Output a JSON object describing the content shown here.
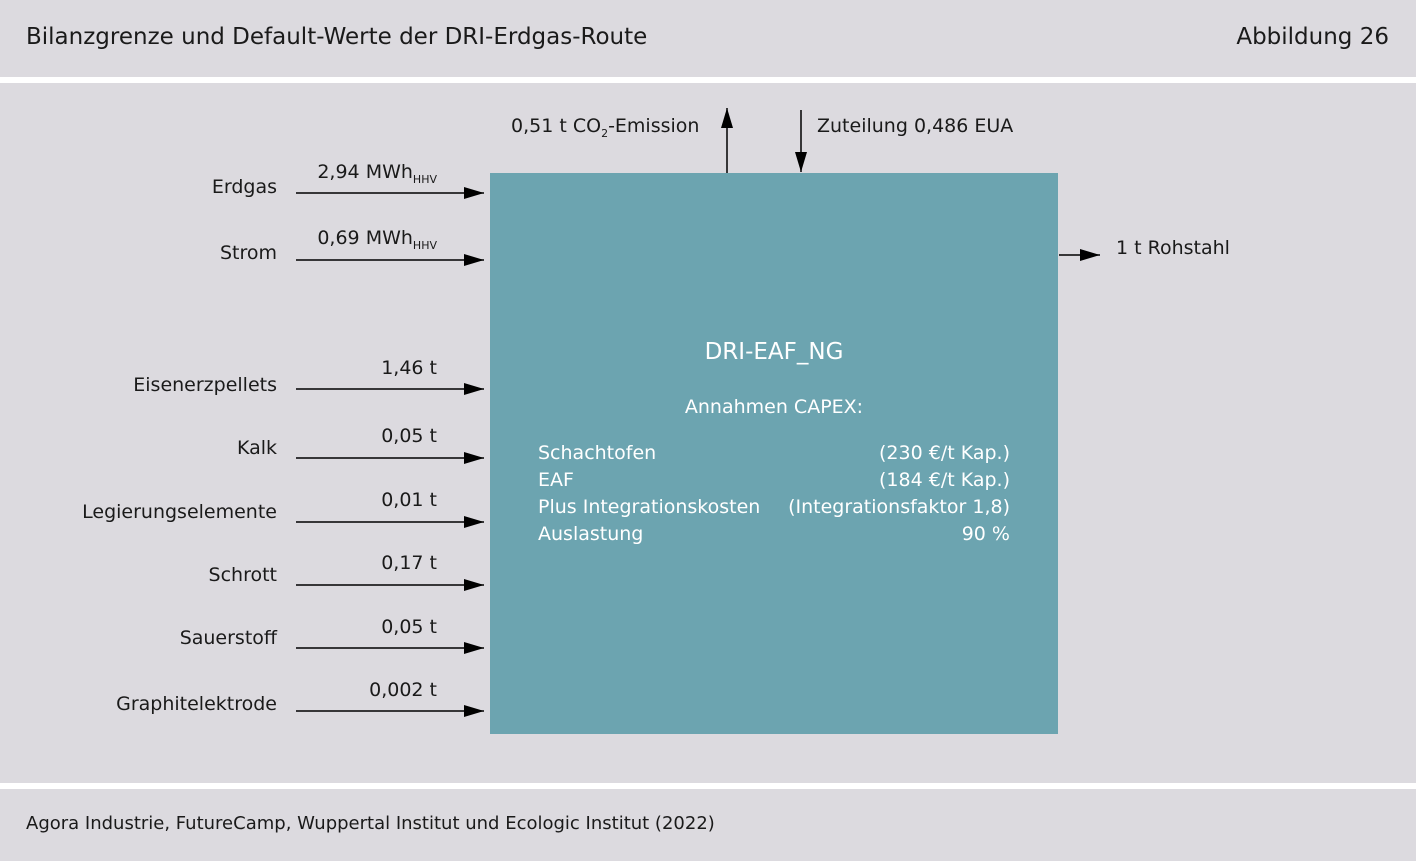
{
  "header": {
    "title": "Bilanzgrenze und Default-Werte der DRI-Erdgas-Route",
    "figure": "Abbildung 26"
  },
  "inputs": [
    {
      "name": "Erdgas",
      "value": "2,94 MWh",
      "unit_sub": "HHV"
    },
    {
      "name": "Strom",
      "value": "0,69 MWh",
      "unit_sub": "HHV"
    },
    {
      "name": "Eisenerzpellets",
      "value": "1,46 t"
    },
    {
      "name": "Kalk",
      "value": "0,05 t"
    },
    {
      "name": "Legierungselemente",
      "value": "0,01 t"
    },
    {
      "name": "Schrott",
      "value": "0,17 t"
    },
    {
      "name": "Sauerstoff",
      "value": "0,05 t"
    },
    {
      "name": "Graphitelektrode",
      "value": "0,002 t"
    }
  ],
  "emission": {
    "prefix": "0,51 t CO",
    "sub": "2",
    "suffix": "-Emission"
  },
  "allocation": "Zuteilung 0,486 EUA",
  "output": "1 t Rohstahl",
  "process": {
    "name": "DRI-EAF_NG",
    "capex_heading": "Annahmen CAPEX:",
    "rows": [
      {
        "key": "Schachtofen",
        "value": "(230 €/t Kap.)"
      },
      {
        "key": "EAF",
        "value": "(184 €/t Kap.)"
      },
      {
        "key": "Plus Integrationskosten",
        "value": "(Integrationsfaktor 1,8)"
      },
      {
        "key": "Auslastung",
        "value": "90 %"
      }
    ]
  },
  "footer": {
    "source": "Agora Industrie, FutureCamp, Wuppertal Institut und Ecologic Institut (2022)"
  },
  "colors": {
    "box": "#6ca4b0",
    "background": "#dcdadf",
    "line": "#000000"
  }
}
